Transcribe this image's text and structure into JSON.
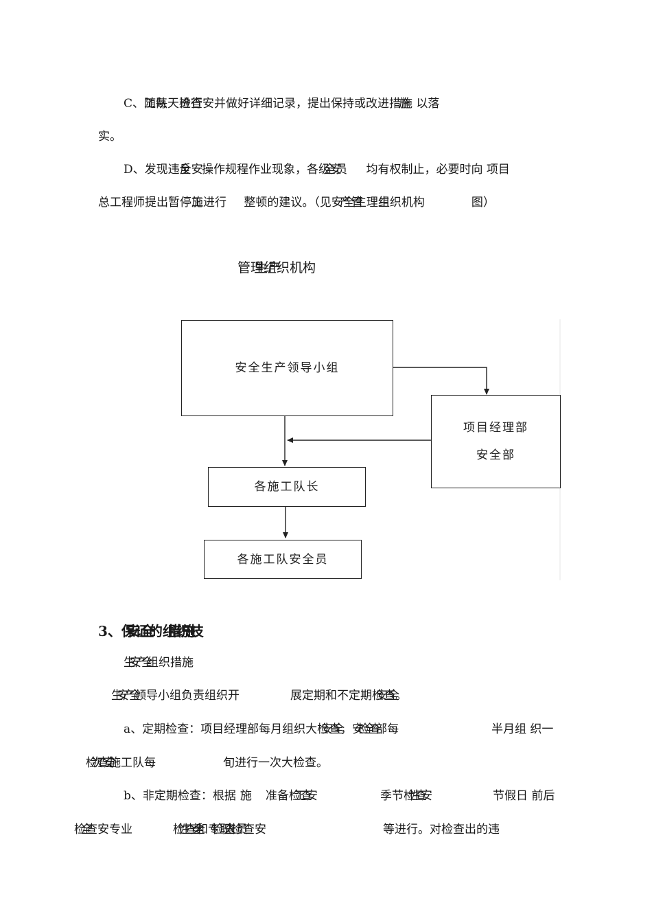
{
  "para_c": {
    "a": "C、",
    "b_under": "随",
    "b_over": "工队",
    "c": "每天",
    "d_under": "进行",
    "d_over": "检查",
    "e": "安并做好详细记录，提出保持或改进",
    "f_under": "措施",
    "f_over": "施",
    "g": " 以落",
    "line2": "实。"
  },
  "para_d": {
    "a": "D、发现违",
    "b_under": "反",
    "b_over": "全安",
    "c": " 操作规程作业现象，各",
    "d_under": "级安",
    "d_over": "全员",
    "e": " 均有权制止，必要时向 项目",
    "f": "总工程师提出暂停",
    "g_under": "施",
    "g_over": "工",
    "h": "进行",
    "i": " 整顿的建议。（见",
    "j_under": "安全生",
    "j_over": "产管",
    "k": "理",
    "l_under": "组",
    "l_over": "生",
    "m": "织机构",
    "n": "图）"
  },
  "chart_title": {
    "a": "管",
    "b_under": "理组",
    "b_over": "生产",
    "c": "织机构"
  },
  "org_chart": {
    "leader_group": "安全生产领导小组",
    "project_dept_line1": "项目经理部",
    "project_dept_line2": "安全部",
    "team_leaders": "各施工队长",
    "team_safety_officers": "各施工队安全员"
  },
  "section3": {
    "a": "3、",
    "b_under": "保证",
    "b_over": "安全",
    "c": "的",
    "d_under": "组织",
    "d_over": "措施",
    "e": "技"
  },
  "sub_heading": {
    "a": "生",
    "b_under": "产组",
    "b_over": "安全",
    "c": "织措施"
  },
  "para_intro": {
    "a": "生",
    "b_under": "产领",
    "b_over": "安全",
    "c": "导小组负责组织开",
    "d": "展定期和不定期",
    "e_under": "检查",
    "e_over": "安全",
    "f": "。"
  },
  "para_a": {
    "a": "a、定期检查：项目经理部每月组织大",
    "b_under": "检查",
    "b_over": "安全",
    "c": "，",
    "d_under": "安全部",
    "d_over": "检查",
    "e": "每",
    "f": "半月组 织一",
    "g_under": "检查",
    "g_over": "次安",
    "h_under": "施工队",
    "h_over": "全",
    "i": "每",
    "j": "旬进行一次大检查。"
  },
  "para_b": {
    "a": "b、非定期检查：根据",
    "b": "施",
    "c": "准备",
    "d_under": "检查",
    "d_over": "工安",
    "e": "季节",
    "f_under": "检查",
    "f_over": "性安",
    "g": "节假日 前后",
    "h_under": "检查",
    "h_over": "全",
    "i": "安专业",
    "j_under": "检查",
    "j_over": "性安",
    "k_under": "和",
    "k_over": "全",
    "l_under": "专职",
    "l_over": "检查",
    "m_under": "检查",
    "m_over": "人员",
    "n": "安",
    "o": "等进行。对检查出的违"
  }
}
